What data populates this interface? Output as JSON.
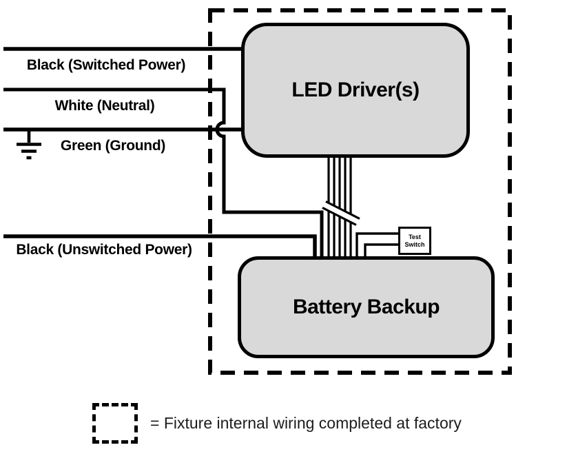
{
  "colors": {
    "background": "#ffffff",
    "line": "#000000",
    "box_fill": "#d9d9d9",
    "box_border": "#000000"
  },
  "fixture": {
    "boxes": {
      "led_driver": {
        "label": "LED Driver(s)"
      },
      "battery_backup": {
        "label": "Battery Backup"
      },
      "test_switch": {
        "label": "Test Switch"
      }
    }
  },
  "wires": {
    "switched_power": {
      "label": "Black (Switched Power)"
    },
    "neutral": {
      "label": "White (Neutral)"
    },
    "ground": {
      "label": "Green (Ground)"
    },
    "unswitched_power": {
      "label": "Black (Unswitched Power)"
    }
  },
  "legend": {
    "text": "= Fixture internal wiring completed at factory"
  }
}
